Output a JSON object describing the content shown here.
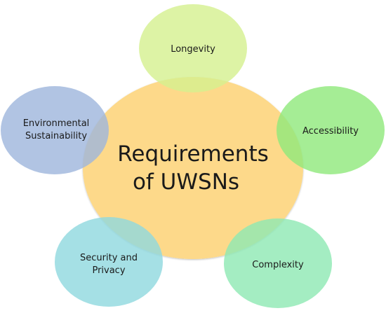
{
  "diagram": {
    "center": {
      "line1": "Requirements",
      "line2": "of UWSNs",
      "color": "#FDD98A"
    },
    "nodes": [
      {
        "id": "longevity",
        "line1": "Longevity",
        "line2": "",
        "color": "#D5F08E"
      },
      {
        "id": "accessibility",
        "line1": "Accessibility",
        "line2": "",
        "color": "#8EE87A"
      },
      {
        "id": "complexity",
        "line1": "Complexity",
        "line2": "",
        "color": "#8DE8B3"
      },
      {
        "id": "security",
        "line1": "Security and",
        "line2": "Privacy",
        "color": "#8ED8DF"
      },
      {
        "id": "environmental",
        "line1": "Environmental",
        "line2": "Sustainability",
        "color": "#9DB5DC"
      }
    ]
  }
}
